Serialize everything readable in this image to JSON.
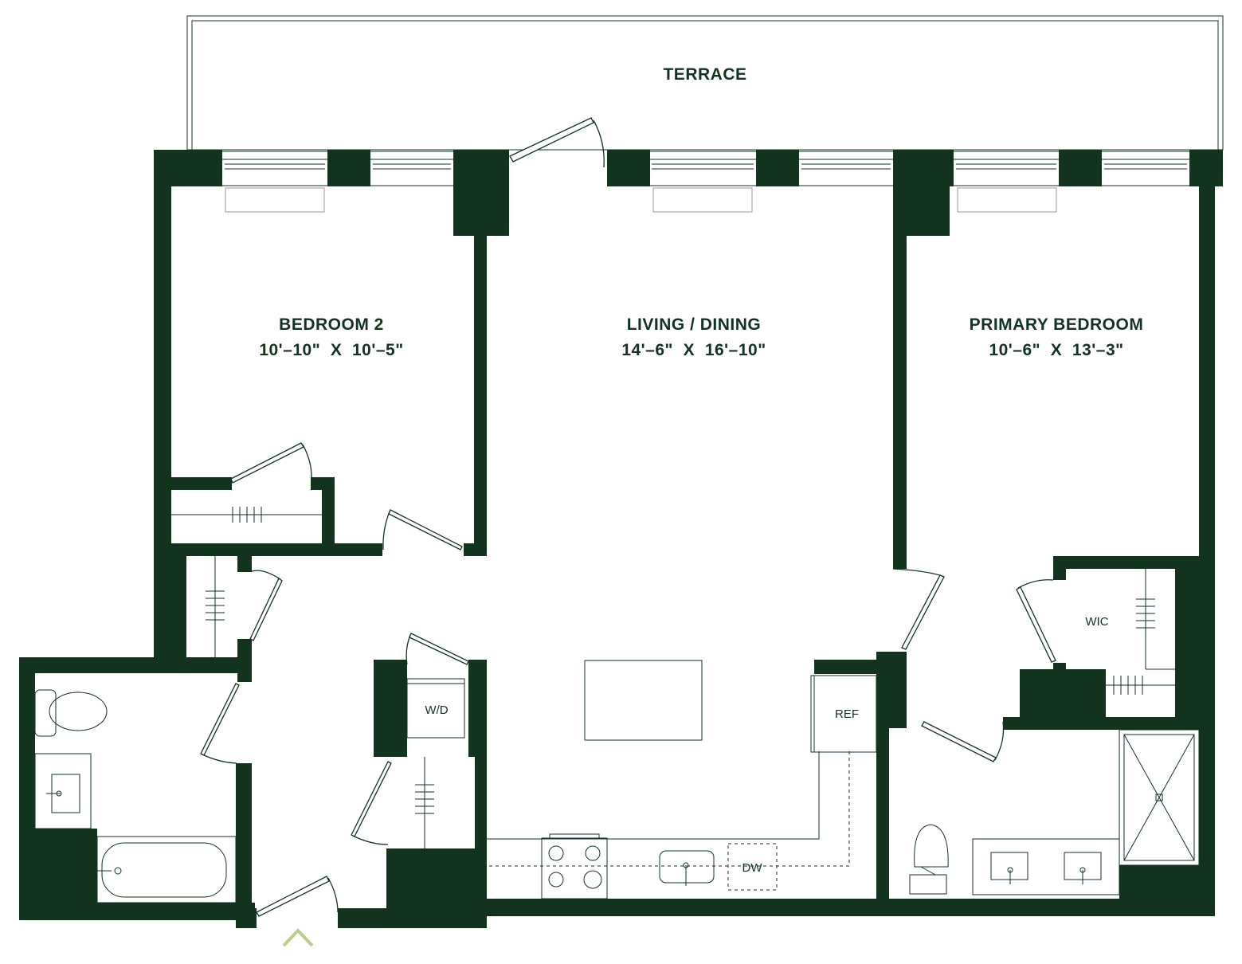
{
  "colors": {
    "wall": "#12341f",
    "entry_arrow": "#b8d08a",
    "background": "#ffffff"
  },
  "rooms": {
    "terrace": {
      "name": "TERRACE"
    },
    "bedroom2": {
      "name": "BEDROOM 2",
      "dims": "10'–10\"  X  10'–5\""
    },
    "living": {
      "name": "LIVING / DINING",
      "dims": "14'–6\"  X  16'–10\""
    },
    "primary": {
      "name": "PRIMARY BEDROOM",
      "dims": "10'–6\"  X  13'–3\""
    }
  },
  "fixtures": {
    "wd": "W/D",
    "ref": "REF",
    "dw": "DW",
    "wic": "WIC"
  },
  "icons": {
    "entry": "entry-chevron-icon"
  }
}
